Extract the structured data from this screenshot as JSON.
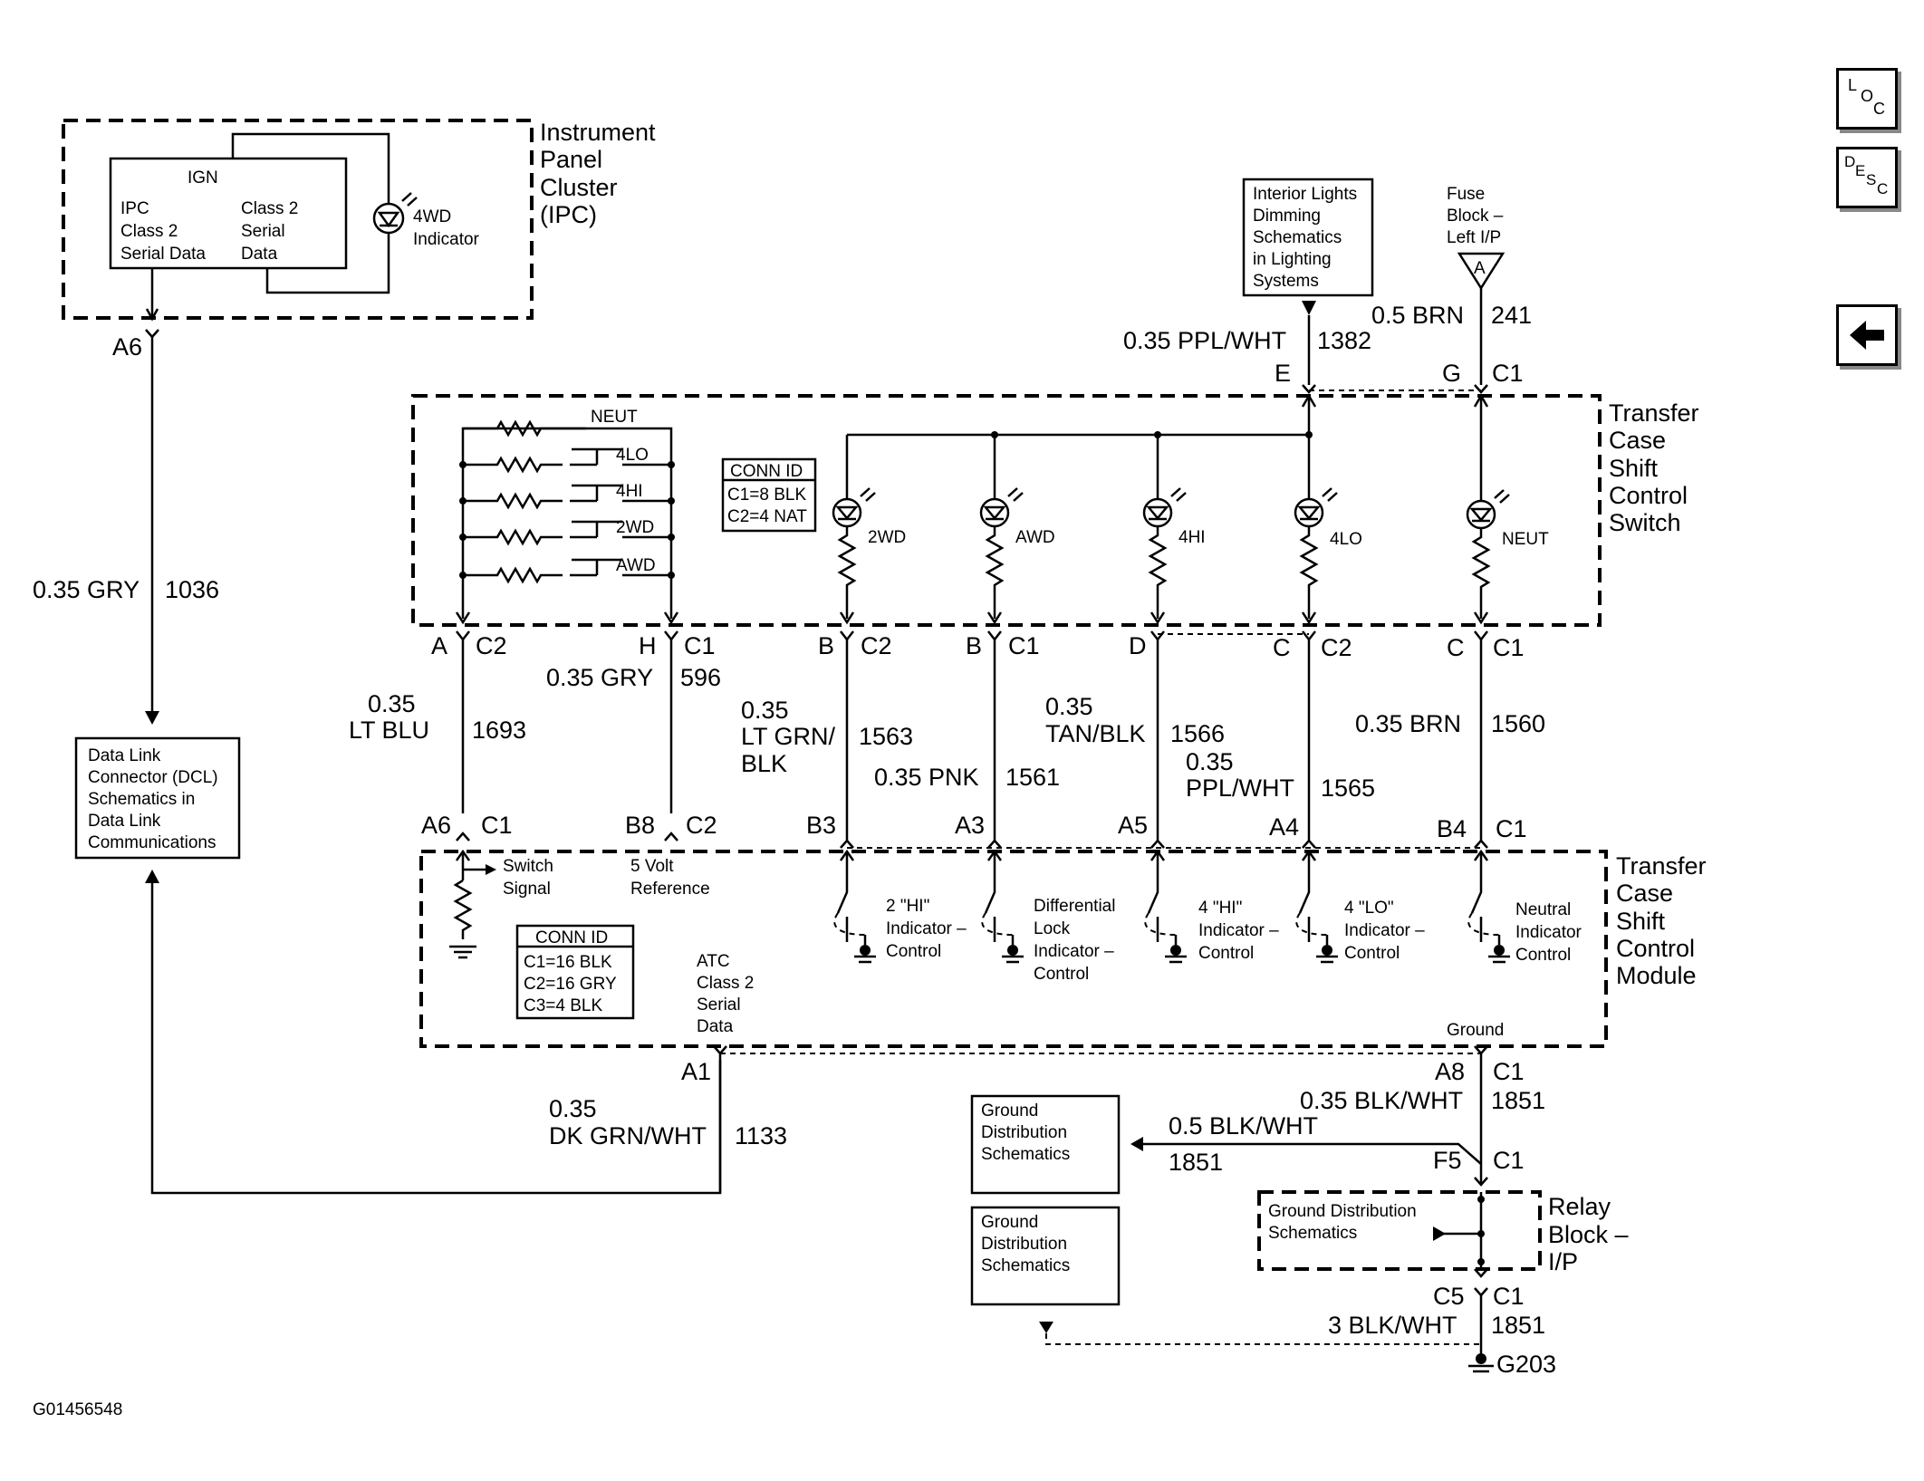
{
  "nav": {
    "loc": [
      "L",
      "O",
      "C"
    ],
    "desc": [
      "D",
      "E",
      "S",
      "C"
    ],
    "back_icon": "arrow-left-icon"
  },
  "figure_id": "G01456548",
  "ipc": {
    "title": [
      "Instrument",
      "Panel",
      "Cluster",
      "(IPC)"
    ],
    "ign": "IGN",
    "left_text": [
      "IPC",
      "Class 2",
      "Serial Data"
    ],
    "right_text": [
      "Class 2",
      "Serial",
      "Data"
    ],
    "indicator": [
      "4WD",
      "Indicator"
    ],
    "pin": "A6"
  },
  "wires": {
    "gry_1036": [
      "0.35 GRY",
      "1036"
    ],
    "ppl_1382": [
      "0.35 PPL/WHT",
      "1382"
    ],
    "brn_241": [
      "0.5 BRN",
      "241"
    ],
    "ltblu_1693": [
      "0.35",
      "LT BLU",
      "1693"
    ],
    "gry_596": [
      "0.35 GRY",
      "596"
    ],
    "ltgrn_1563": [
      "0.35",
      "LT GRN/",
      "BLK",
      "1563"
    ],
    "pnk_1561": [
      "0.35 PNK",
      "1561"
    ],
    "tan_1566": [
      "0.35",
      "TAN/BLK",
      "1566"
    ],
    "ppl_1565": [
      "0.35",
      "PPL/WHT",
      "1565"
    ],
    "brn_1560": [
      "0.35 BRN",
      "1560"
    ],
    "dkgrn_1133": [
      "0.35",
      "DK GRN/WHT",
      "1133"
    ],
    "blk_1851a": [
      "0.35 BLK/WHT",
      "1851"
    ],
    "blk_1851b": [
      "0.5 BLK/WHT",
      "1851"
    ],
    "blk_1851c": [
      "3 BLK/WHT",
      "1851"
    ]
  },
  "interior_lights": [
    "Interior Lights",
    "Dimming",
    "Schematics",
    "in Lighting",
    "Systems"
  ],
  "fuse_block": [
    "Fuse",
    "Block –",
    "Left I/P"
  ],
  "fuse_letter": "A",
  "switch": {
    "title": [
      "Transfer",
      "Case",
      "Shift",
      "Control",
      "Switch"
    ],
    "resistor_labels": [
      "NEUT",
      "4LO",
      "4HI",
      "2WD",
      "AWD"
    ],
    "conn_id": [
      "CONN ID",
      "C1=8 BLK",
      "C2=4 NAT"
    ],
    "lamps": [
      "2WD",
      "AWD",
      "4HI",
      "4LO",
      "NEUT"
    ],
    "top_pins": [
      [
        "E",
        ""
      ],
      [
        "G",
        "C1"
      ]
    ],
    "bottom_pins": [
      [
        "A",
        "C2"
      ],
      [
        "H",
        "C1"
      ],
      [
        "B",
        "C2"
      ],
      [
        "B",
        "C1"
      ],
      [
        "D",
        ""
      ],
      [
        "C",
        "C2"
      ],
      [
        "C",
        "C1"
      ]
    ]
  },
  "module": {
    "title": [
      "Transfer",
      "Case",
      "Shift",
      "Control",
      "Module"
    ],
    "top_pins": [
      [
        "A6",
        "C1"
      ],
      [
        "B8",
        "C2"
      ],
      [
        "B3",
        ""
      ],
      [
        "A3",
        ""
      ],
      [
        "A5",
        ""
      ],
      [
        "A4",
        ""
      ],
      [
        "B4",
        "C1"
      ]
    ],
    "switch_signal": [
      "Switch",
      "Signal"
    ],
    "ref": [
      "5 Volt",
      "Reference"
    ],
    "conn_id": [
      "CONN ID",
      "C1=16 BLK",
      "C2=16 GRY",
      "C3=4 BLK"
    ],
    "atc": [
      "ATC",
      "Class 2",
      "Serial",
      "Data"
    ],
    "outputs": [
      [
        "2 \"HI\"",
        "Indicator –",
        "Control"
      ],
      [
        "Differential",
        "Lock",
        "Indicator –",
        "Control"
      ],
      [
        "4 \"HI\"",
        "Indicator –",
        "Control"
      ],
      [
        "4 \"LO\"",
        "Indicator –",
        "Control"
      ],
      [
        "Neutral",
        "Indicator",
        "Control"
      ]
    ],
    "ground": "Ground",
    "a1": "A1",
    "a8": [
      "A8",
      "C1"
    ]
  },
  "dlc": [
    "Data Link",
    "Connector (DCL)",
    "Schematics in",
    "Data Link",
    "Communications"
  ],
  "gnd_dist_1": [
    "Ground",
    "Distribution",
    "Schematics"
  ],
  "gnd_dist_2": [
    "Ground",
    "Distribution",
    "Schematics"
  ],
  "relay": {
    "title": [
      "Relay",
      "Block –",
      "I/P"
    ],
    "inner": [
      "Ground Distribution",
      "Schematics"
    ],
    "f5": [
      "F5",
      "C1"
    ],
    "c5": [
      "C5",
      "C1"
    ]
  },
  "g203": "G203"
}
